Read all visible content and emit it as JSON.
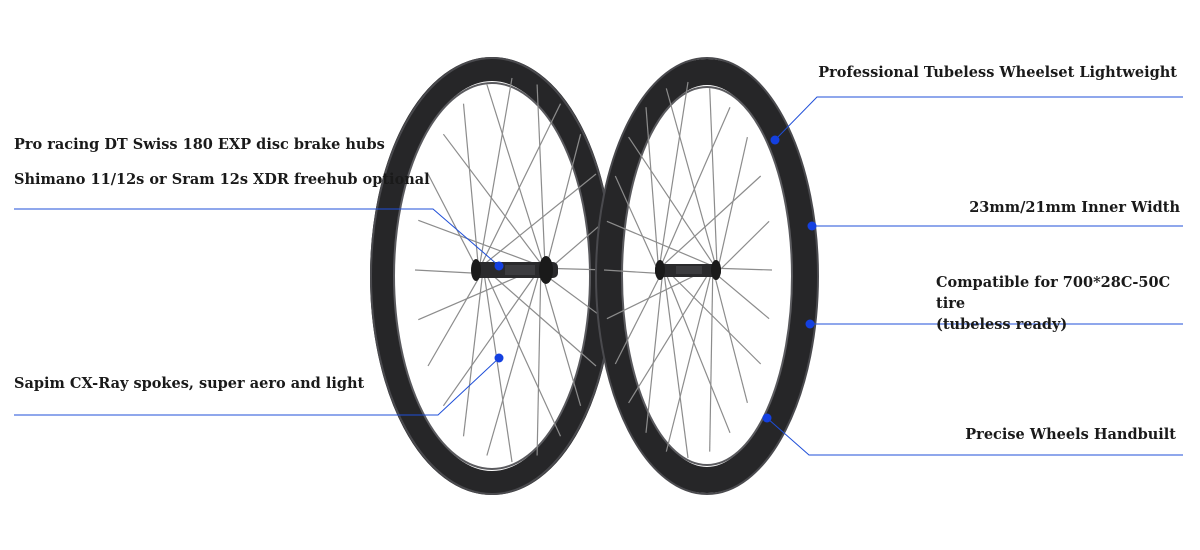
{
  "callouts": {
    "left": {
      "hubs": "Pro racing DT Swiss 180 EXP disc brake hubs",
      "freehub": "Shimano 11/12s or Sram 12s XDR freehub optional",
      "spokes": "Sapim CX-Ray spokes, super aero and light"
    },
    "right": {
      "tubeless": "Professional Tubeless Wheelset Lightweight",
      "width": "23mm/21mm Inner Width",
      "tire_line1": "Compatible for 700*28C-50C tire",
      "tire_line2": "(tubeless ready)",
      "handbuilt": "Precise Wheels Handbuilt"
    }
  },
  "colors": {
    "callout_line": "#1f4fd8",
    "callout_dot": "#1440e0",
    "rim": "#2e2e30",
    "spoke": "#8a8a8a"
  }
}
